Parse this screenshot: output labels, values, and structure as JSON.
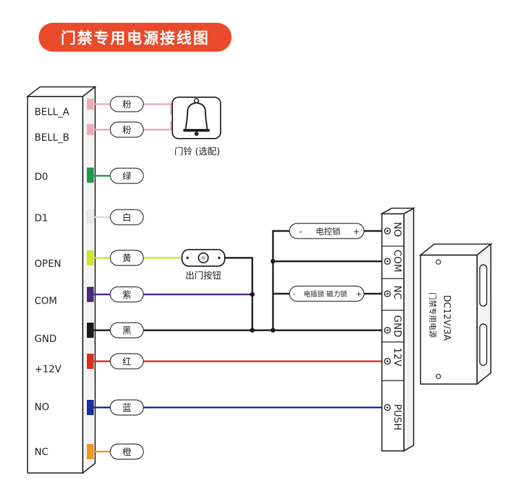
{
  "title": "门禁专用电源接线图",
  "controller_terminals": [
    {
      "label": "BELL_A",
      "wire": "粉",
      "color": "#f2a8b8"
    },
    {
      "label": "BELL_B",
      "wire": "粉",
      "color": "#f2a8b8"
    },
    {
      "label": "D0",
      "wire": "绿",
      "color": "#1e9a48"
    },
    {
      "label": "D1",
      "wire": "白",
      "color": "#e8e8e8"
    },
    {
      "label": "OPEN",
      "wire": "黄",
      "color": "#cfe62a"
    },
    {
      "label": "COM",
      "wire": "紫",
      "color": "#4b2a7c"
    },
    {
      "label": "GND",
      "wire": "黑",
      "color": "#1a1a1a"
    },
    {
      "label": "+12V",
      "wire": "红",
      "color": "#e02a1c"
    },
    {
      "label": "NO",
      "wire": "蓝",
      "color": "#1a2fa0"
    },
    {
      "label": "NC",
      "wire": "橙",
      "color": "#f0961e"
    }
  ],
  "bell": {
    "caption": "门铃 (选配)"
  },
  "exit_button": {
    "caption": "出门按钮"
  },
  "locks": {
    "lock_a": {
      "minus": "-",
      "name": "电控锁",
      "plus": "+"
    },
    "lock_b": {
      "minus": "-",
      "name": "电插锁 磁力锁",
      "plus": "+"
    }
  },
  "psu_terminals": [
    "NO",
    "COM",
    "NC",
    "GND",
    "12V",
    "PUSH"
  ],
  "psu_box": {
    "model": "DC12V/3A",
    "name": "门禁专用电源"
  }
}
